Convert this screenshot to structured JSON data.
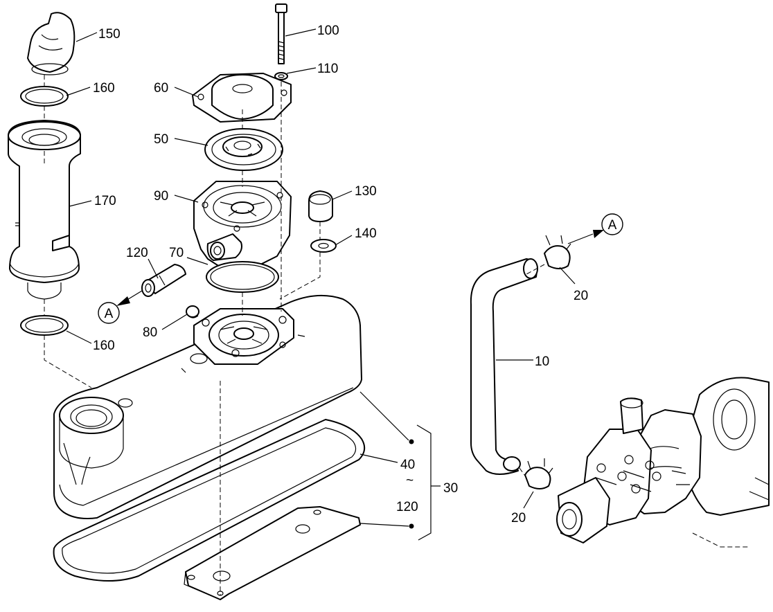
{
  "callouts": {
    "c150": "150",
    "c160a": "160",
    "c170": "170",
    "c160b": "160",
    "c100": "100",
    "c110": "110",
    "c60": "60",
    "c50": "50",
    "c90": "90",
    "c130": "130",
    "c140": "140",
    "c120a": "120",
    "c70": "70",
    "c80": "80",
    "c40": "40",
    "c_tilde": "~",
    "c120b": "120",
    "c30": "30",
    "c10": "10",
    "c20a": "20",
    "c20b": "20",
    "ref_a1": "A",
    "ref_a2": "A"
  }
}
